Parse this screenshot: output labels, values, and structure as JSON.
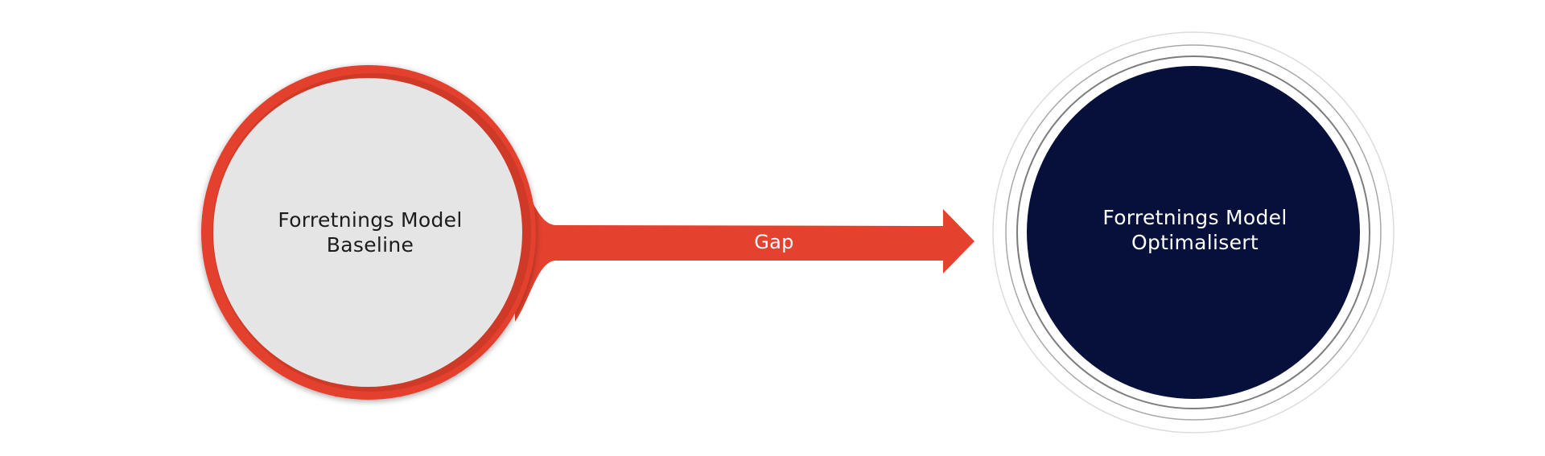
{
  "baseline": {
    "line1": "Forretnings Model",
    "line2": "Baseline"
  },
  "gap": {
    "label": "Gap"
  },
  "optimized": {
    "line1": "Forretnings Model",
    "line2": "Optimalisert"
  },
  "colors": {
    "accent_red": "#e4412e",
    "baseline_fill": "#e5e5e5",
    "optimized_fill": "#06103a",
    "ring_gray": "#9a9a9a",
    "background": "#ffffff"
  }
}
